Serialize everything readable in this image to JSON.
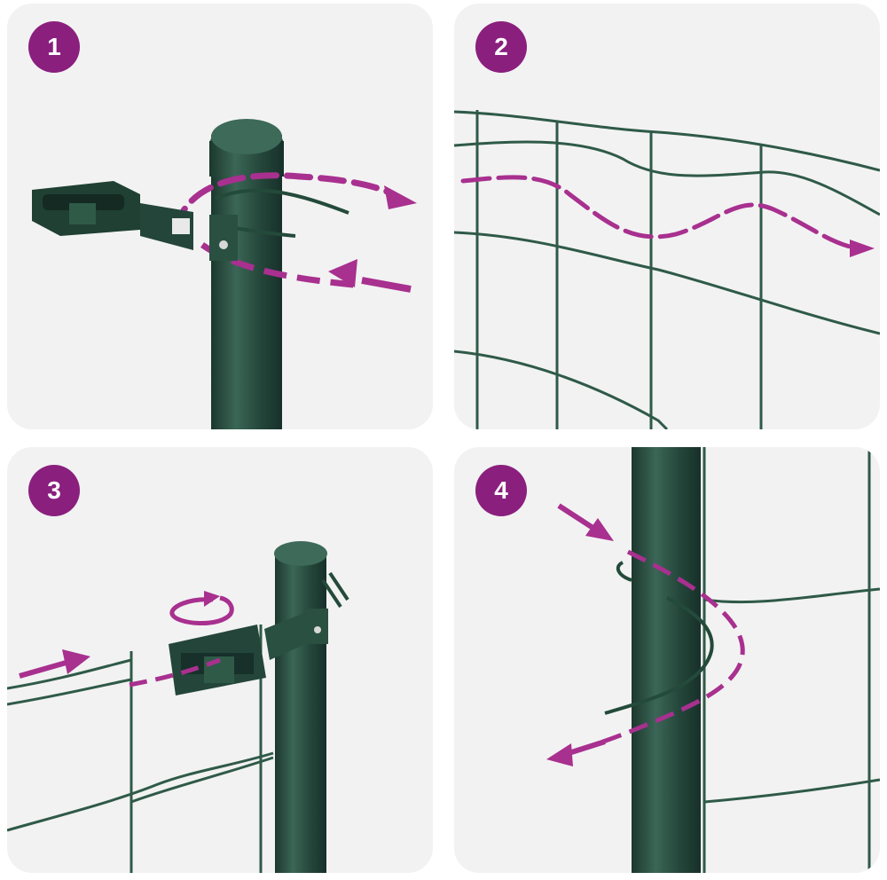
{
  "colors": {
    "accent_purple": "#8a1f7e",
    "arrow_purple": "#a8308f",
    "post_green": "#24463a",
    "wire_green": "#2f5a48",
    "panel_bg": "#f2f2f2"
  },
  "steps": [
    {
      "number": "1",
      "icon": "fence-post-with-tensioner-and-wire-loop"
    },
    {
      "number": "2",
      "icon": "wire-threaded-through-mesh"
    },
    {
      "number": "3",
      "icon": "tensioner-rotated-to-tighten-wire"
    },
    {
      "number": "4",
      "icon": "wire-wrapped-around-post"
    }
  ]
}
